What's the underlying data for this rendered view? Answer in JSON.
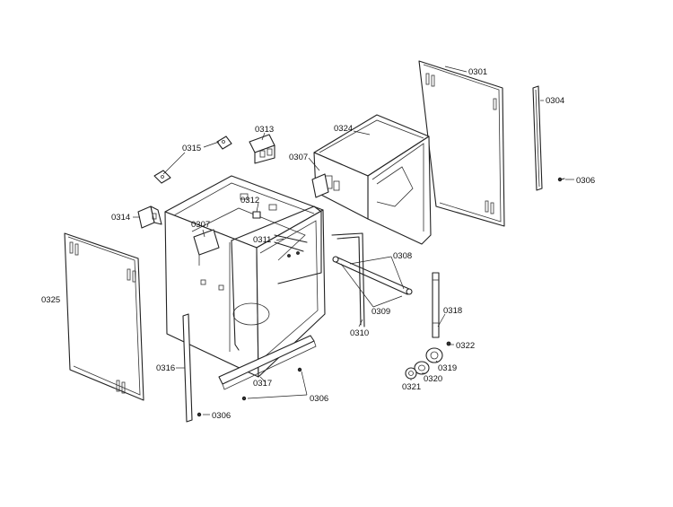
{
  "diagram": {
    "labels": {
      "l0301": "0301",
      "l0304": "0304",
      "l0306a": "0306",
      "l0324": "0324",
      "l0307a": "0307",
      "l0313": "0313",
      "l0315": "0315",
      "l0312": "0312",
      "l0314": "0314",
      "l0307b": "0307",
      "l0311": "0311",
      "l0308": "0308",
      "l0325": "0325",
      "l0309": "0309",
      "l0318": "0318",
      "l0310": "0310",
      "l0322": "0322",
      "l0316": "0316",
      "l0319": "0319",
      "l0320": "0320",
      "l0321": "0321",
      "l0317": "0317",
      "l0306b": "0306",
      "l0306c": "0306"
    }
  }
}
